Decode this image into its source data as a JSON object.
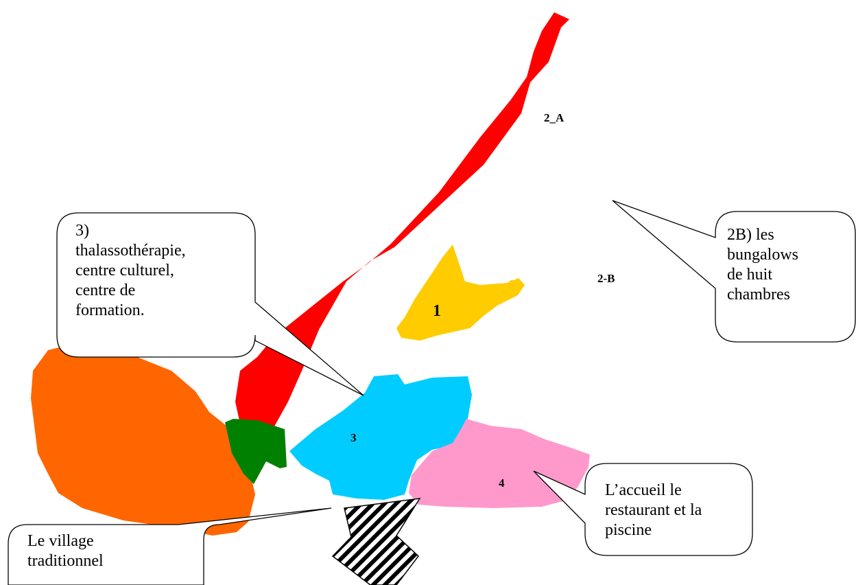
{
  "zones": {
    "z1": {
      "label": "1",
      "color": "#ffcc00"
    },
    "z2a": {
      "label": "2_A"
    },
    "z2b": {
      "label": "2-B"
    },
    "z3": {
      "label": "3",
      "color": "#00ccff"
    },
    "z4": {
      "label": "4",
      "color": "#ff99cc"
    },
    "village": {
      "color": "#ff6600"
    },
    "green": {
      "color": "#008000"
    },
    "road": {
      "color": "#ff0000"
    }
  },
  "callouts": {
    "c3": {
      "text": "3)\nthalassothérapie,\ncentre culturel,\ncentre de\nformation."
    },
    "c2b": {
      "text": "2B) les\nbungalows\nde huit\nchambres"
    },
    "c4": {
      "text": "L’accueil le\nrestaurant et la\npiscine"
    },
    "cvillage": {
      "text": "Le village\ntraditionnel"
    }
  },
  "entrance": {
    "icon": "entrance-arrow-icon"
  }
}
